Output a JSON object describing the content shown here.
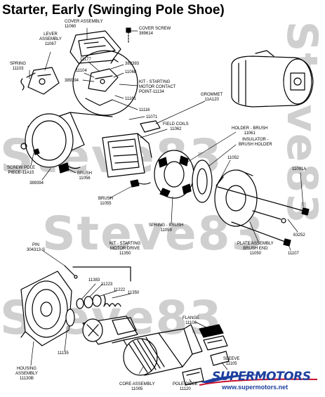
{
  "title": "Starter, Early (Swinging Pole Shoe)",
  "watermark": "Steve83",
  "logo": {
    "main": "SUPERMOTORS",
    "url": "www.supermotors.net",
    "color": "#1d3f9e"
  },
  "labels": {
    "cover_assembly": "COVER ASSEMBLY\n11060",
    "cover_screw": "COVER SCREW\n389614",
    "lever_assembly": "LEVER\nASSEMBLY\n11067",
    "spring": "SPRING\n11103",
    "p11177": "11177",
    "p389393": "389393",
    "p11104": "11104",
    "p11068": "11068",
    "p389394a": "389394",
    "kit_contact": "KIT - STARTING\nMOTOR CONTACT\nPOINT-11134",
    "p11181": "11181",
    "grommet": "GROMMET\n11A120",
    "p11116": "11116",
    "p11071": "11071",
    "field_coils": "FIELD COILS\n11062",
    "holder_brush": "HOLDER - BRUSH\n11061",
    "insulator": "INSULATOR -\nBRUSH HOLDER",
    "p11052": "11052",
    "p11091a": "11091A",
    "screw_pole": "SCREW POLE\nPIECE-11A15",
    "brush_11056": "BRUSH\n11056",
    "p389394b": "389394",
    "brush_11055": "BRUSH\n11055",
    "spring_brush": "SPRING - BRUSH\n11059",
    "p63252": "63252",
    "plate_assembly": "PLATE ASSEMBLY\nBRUSH END\n11050",
    "p11107": "11107",
    "pin": "PIN\n304313-S",
    "kit_drive": "KIT - STARTING\nMOTOR DRIVE\n11350",
    "p11383": "11383",
    "p11223": "11223",
    "p11222": "11222",
    "p11350": "11350",
    "p11135": "11135",
    "flange": "FLANGE\n11106",
    "sleeve": "SLEEVE\n11105",
    "housing": "HOUSING\nASSEMBLY\n11130B",
    "core_assembly": "CORE ASSEMBLY\n11005",
    "pole_piece": "POLE PIECE\n11120"
  }
}
